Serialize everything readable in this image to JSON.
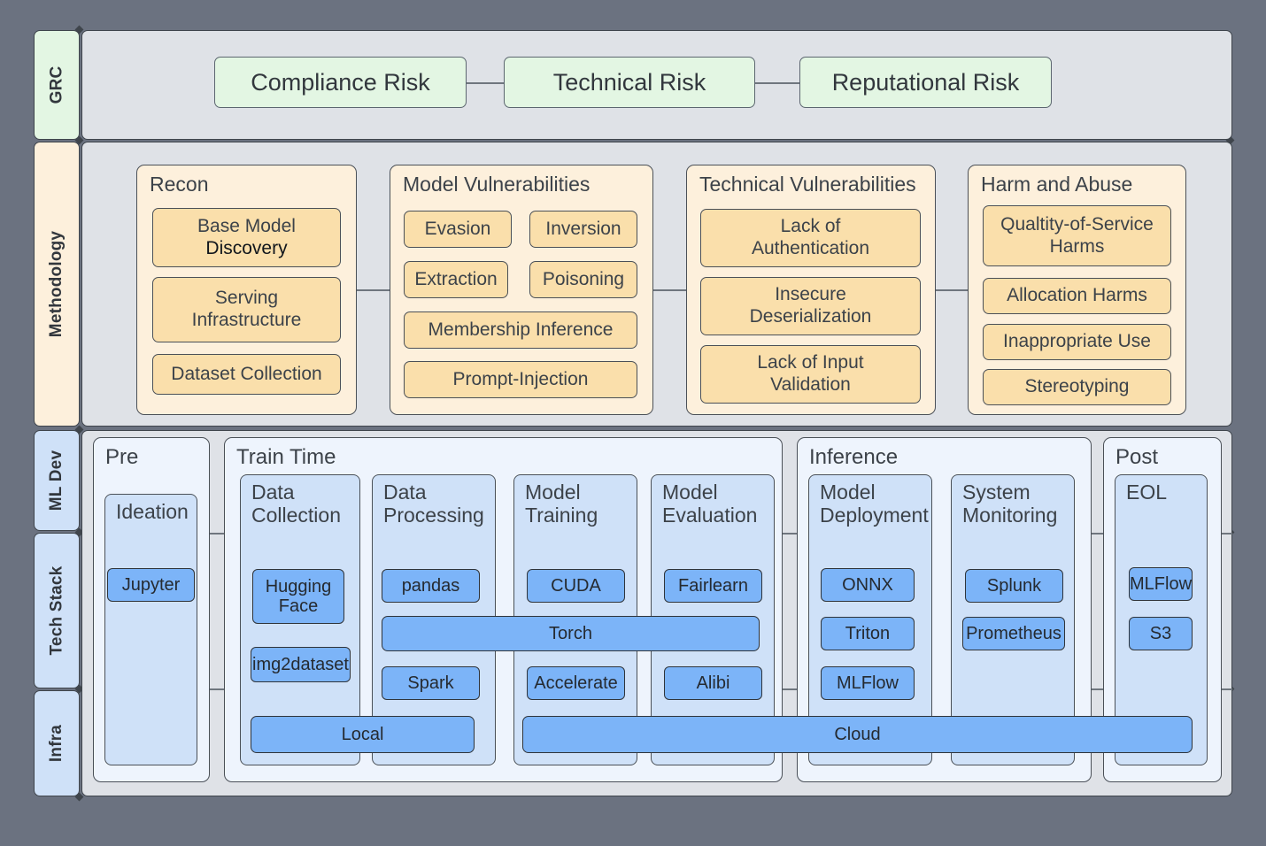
{
  "colors": {
    "page_background": "#6b7280",
    "band_background": "#dfe2e7",
    "grc_lane": "#e3f6e3",
    "methodology_lane": "#fdf0dc",
    "mldev_lane": "#cfe1f8",
    "methodology_item": "#fadfab",
    "tool_item": "#7cb4f8",
    "stage_container": "#cfe1f8",
    "outline": "#3f454c"
  },
  "lanes": [
    {
      "id": "grc",
      "label": "GRC"
    },
    {
      "id": "methodology",
      "label": "Methodology"
    },
    {
      "id": "mldev",
      "label": "ML Dev"
    },
    {
      "id": "techstack",
      "label": "Tech Stack"
    },
    {
      "id": "infra",
      "label": "Infra"
    }
  ],
  "grc": {
    "risks": [
      {
        "label": "Compliance Risk"
      },
      {
        "label": "Technical Risk"
      },
      {
        "label": "Reputational Risk"
      }
    ]
  },
  "methodology": {
    "groups": [
      {
        "title": "Recon",
        "items": [
          {
            "label": "Base Model\nDiscovery"
          },
          {
            "label": "Serving\nInfrastructure"
          },
          {
            "label": "Dataset Collection"
          }
        ]
      },
      {
        "title": "Model Vulnerabilities",
        "items": [
          {
            "label": "Evasion"
          },
          {
            "label": "Inversion"
          },
          {
            "label": "Extraction"
          },
          {
            "label": "Poisoning"
          },
          {
            "label": "Membership Inference"
          },
          {
            "label": "Prompt-Injection"
          }
        ]
      },
      {
        "title": "Technical Vulnerabilities",
        "items": [
          {
            "label": "Lack of\nAuthentication"
          },
          {
            "label": "Insecure\nDeserialization"
          },
          {
            "label": "Lack of Input\nValidation"
          }
        ]
      },
      {
        "title": "Harm and Abuse",
        "items": [
          {
            "label": "Qualtity-of-Service\nHarms"
          },
          {
            "label": "Allocation  Harms"
          },
          {
            "label": "Inappropriate Use"
          },
          {
            "label": "Stereotyping"
          }
        ]
      }
    ]
  },
  "lifecycle": {
    "phases": [
      {
        "title": "Pre",
        "stages": [
          {
            "title": "Ideation",
            "tools": [
              {
                "label": "Jupyter"
              }
            ]
          }
        ]
      },
      {
        "title": "Train Time",
        "stages": [
          {
            "title": "Data\nCollection",
            "tools": [
              {
                "label": "Hugging\nFace"
              },
              {
                "label": "img2dataset"
              }
            ]
          },
          {
            "title": "Data\nProcessing",
            "tools": [
              {
                "label": "pandas"
              },
              {
                "label": "Spark"
              }
            ]
          },
          {
            "title": "Model\nTraining",
            "tools": [
              {
                "label": "CUDA"
              },
              {
                "label": "Accelerate"
              }
            ]
          },
          {
            "title": "Model\nEvaluation",
            "tools": [
              {
                "label": "Fairlearn"
              },
              {
                "label": "Alibi"
              }
            ]
          }
        ]
      },
      {
        "title": "Inference",
        "stages": [
          {
            "title": "Model\nDeployment",
            "tools": [
              {
                "label": "ONNX"
              },
              {
                "label": "Triton"
              },
              {
                "label": "MLFlow"
              }
            ]
          },
          {
            "title": "System\nMonitoring",
            "tools": [
              {
                "label": "Splunk"
              },
              {
                "label": "Prometheus"
              }
            ]
          }
        ]
      },
      {
        "title": "Post",
        "stages": [
          {
            "title": "EOL",
            "tools": [
              {
                "label": "MLFlow"
              },
              {
                "label": "S3"
              }
            ]
          }
        ]
      }
    ],
    "spanning_tools": [
      {
        "label": "Torch",
        "lane": "techstack"
      },
      {
        "label": "Local",
        "lane": "infra"
      },
      {
        "label": "Cloud",
        "lane": "infra"
      }
    ]
  }
}
